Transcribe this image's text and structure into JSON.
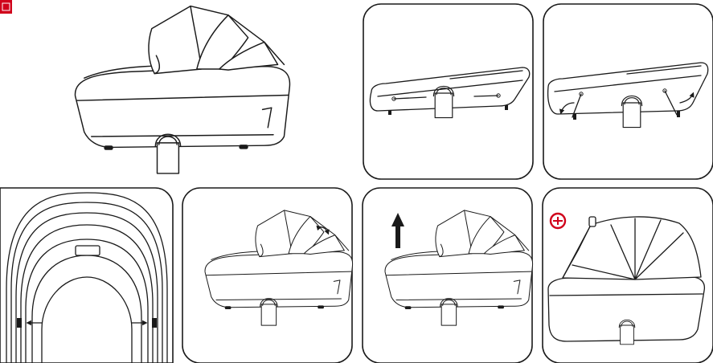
{
  "figure": {
    "badge": {
      "text": "",
      "color": "#d0021b"
    },
    "colors": {
      "line": "#1a1a1a",
      "warning": "#d0021b",
      "background": "#ffffff"
    },
    "panels": [
      {
        "step": "carrycot-overview",
        "icons": [
          "carry-handle-icon"
        ]
      },
      {
        "step": "folded-side-view",
        "icons": [
          "carry-handle-icon"
        ]
      },
      {
        "step": "unfold-sides",
        "icons": [
          "curved-arrow-left-icon",
          "curved-arrow-right-icon"
        ]
      },
      {
        "step": "top-view-release-buttons",
        "icons": [
          "arrow-left-icon",
          "arrow-right-icon"
        ]
      },
      {
        "step": "rotate-hood",
        "icons": [
          "rotate-arrow-icon"
        ]
      },
      {
        "step": "lift-carrycot",
        "icons": [
          "arrow-up-icon"
        ]
      },
      {
        "step": "hood-warning",
        "icons": [
          "prohibited-icon"
        ]
      }
    ]
  }
}
